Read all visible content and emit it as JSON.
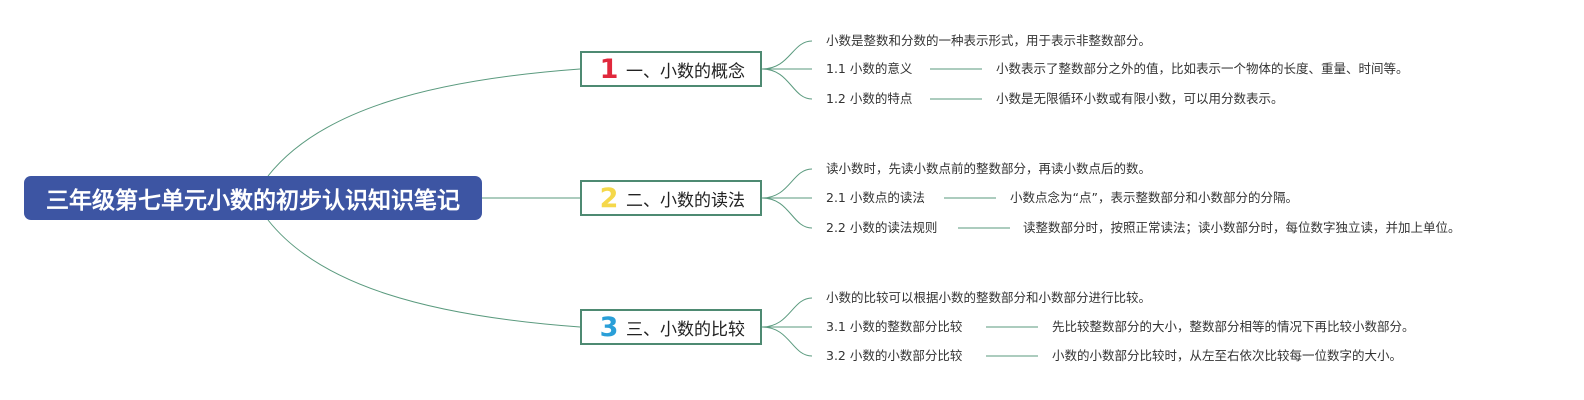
{
  "root": {
    "title": "三年级第七单元小数的初步认识知识笔记"
  },
  "colors": {
    "root_bg": "#3d55a3",
    "line": "#5a9a7e",
    "num1": "#e0283c",
    "num2": "#f5d84a",
    "num3": "#2a9fd8"
  },
  "branches": [
    {
      "num": "1",
      "label": "一、小数的概念",
      "summary": "小数是整数和分数的一种表示形式，用于表示非整数部分。",
      "items": [
        {
          "label": "1.1 小数的意义",
          "desc": "小数表示了整数部分之外的值，比如表示一个物体的长度、重量、时间等。"
        },
        {
          "label": "1.2 小数的特点",
          "desc": "小数是无限循环小数或有限小数，可以用分数表示。"
        }
      ]
    },
    {
      "num": "2",
      "label": "二、小数的读法",
      "summary": "读小数时，先读小数点前的整数部分，再读小数点后的数。",
      "items": [
        {
          "label": "2.1 小数点的读法",
          "desc": "小数点念为“点”，表示整数部分和小数部分的分隔。"
        },
        {
          "label": "2.2 小数的读法规则",
          "desc": "读整数部分时，按照正常读法；读小数部分时，每位数字独立读，并加上单位。"
        }
      ]
    },
    {
      "num": "3",
      "label": "三、小数的比较",
      "summary": "小数的比较可以根据小数的整数部分和小数部分进行比较。",
      "items": [
        {
          "label": "3.1 小数的整数部分比较",
          "desc": "先比较整数部分的大小，整数部分相等的情况下再比较小数部分。"
        },
        {
          "label": "3.2 小数的小数部分比较",
          "desc": "小数的小数部分比较时，从左至右依次比较每一位数字的大小。"
        }
      ]
    }
  ]
}
